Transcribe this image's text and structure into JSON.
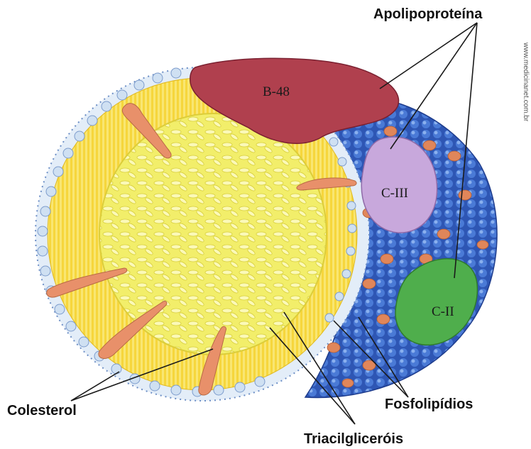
{
  "labels": {
    "apolipoproteina": "Apolipoproteína",
    "colesterol": "Colesterol",
    "fosfolipidios": "Fosfolipídios",
    "triacilgliceróis": "Triacilgliceróis"
  },
  "proteins": {
    "b48": "B-48",
    "c3": "C-III",
    "c2": "C-II"
  },
  "watermark": "www.medicinanet.com.br",
  "colors": {
    "outer_blue": "#3a66c8",
    "phospholipid_head": "#cfe0f2",
    "yellow_shell": "#f4d23a",
    "yellow_core": "#f4f06a",
    "b48": "#b0404e",
    "c3": "#c8a8dc",
    "c2": "#4fae4c",
    "cholesterol": "#e8906a"
  }
}
